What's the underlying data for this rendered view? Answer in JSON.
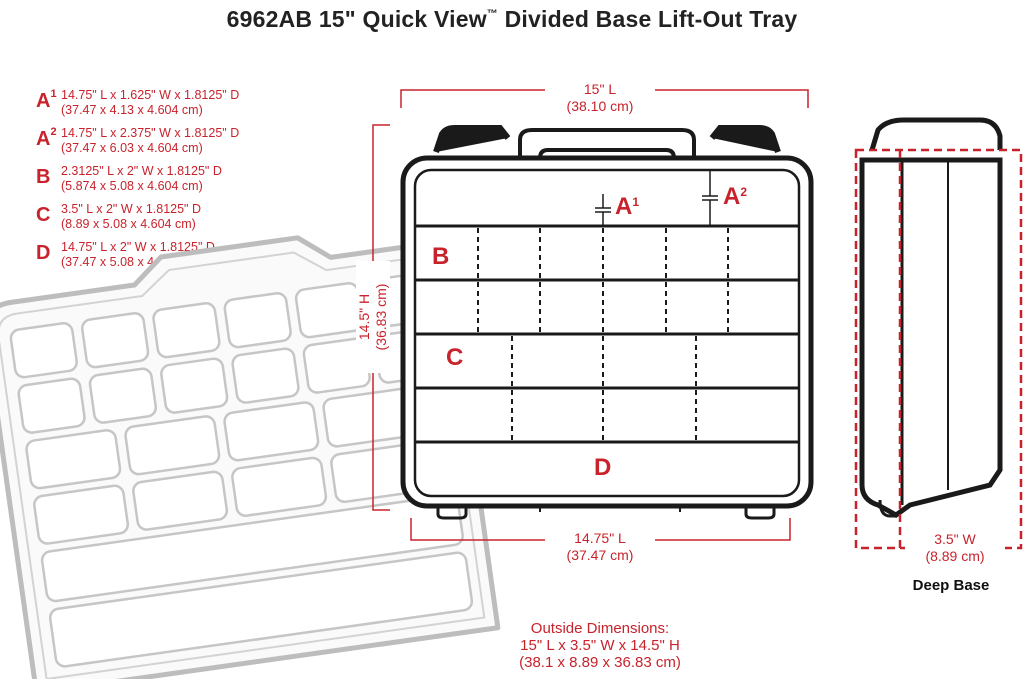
{
  "title": {
    "main": "6962AB 15\" Quick View",
    "tm": "™",
    "rest": " Divided Base Lift-Out Tray"
  },
  "specs": [
    {
      "letter": "A",
      "sup": "1",
      "line1": "14.75\" L x 1.625\" W x 1.8125\" D",
      "line2": "(37.47 x 4.13 x 4.604 cm)"
    },
    {
      "letter": "A",
      "sup": "2",
      "line1": "14.75\" L x 2.375\" W x 1.8125\" D",
      "line2": "(37.47 x 6.03 x 4.604 cm)"
    },
    {
      "letter": "B",
      "sup": "",
      "line1": "2.3125\" L x 2\" W x 1.8125\" D",
      "line2": "(5.874 x 5.08 x 4.604 cm)"
    },
    {
      "letter": "C",
      "sup": "",
      "line1": "3.5\" L x 2\" W x 1.8125\" D",
      "line2": "(8.89 x 5.08 x 4.604 cm)"
    },
    {
      "letter": "D",
      "sup": "",
      "line1": "14.75\" L x 2\" W x 1.8125\" D",
      "line2": "(37.47 x 5.08 x 4.604 cm)"
    }
  ],
  "dims": {
    "top_l": "15\" L",
    "top_cm": "(38.10 cm)",
    "bottom_l": "14.75\" L",
    "bottom_cm": "(37.47 cm)",
    "height": "14.5\" H",
    "height_cm": "(36.83 cm)",
    "width_w": "3.5\" W",
    "width_cm": "(8.89 cm)"
  },
  "labels": {
    "a": "A",
    "a1_sup": "1",
    "a2_sup": "2",
    "b": "B",
    "c": "C",
    "d": "D"
  },
  "deep_base": "Deep Base",
  "outside": {
    "heading": "Outside Dimensions:",
    "line1": "15\" L x 3.5\" W x 14.5\" H",
    "line2": "(38.1 x 8.89 x 36.83 cm)"
  },
  "colors": {
    "accent": "#c8232c",
    "outline": "#1a1a1a",
    "tray": "#bdbdbd"
  }
}
